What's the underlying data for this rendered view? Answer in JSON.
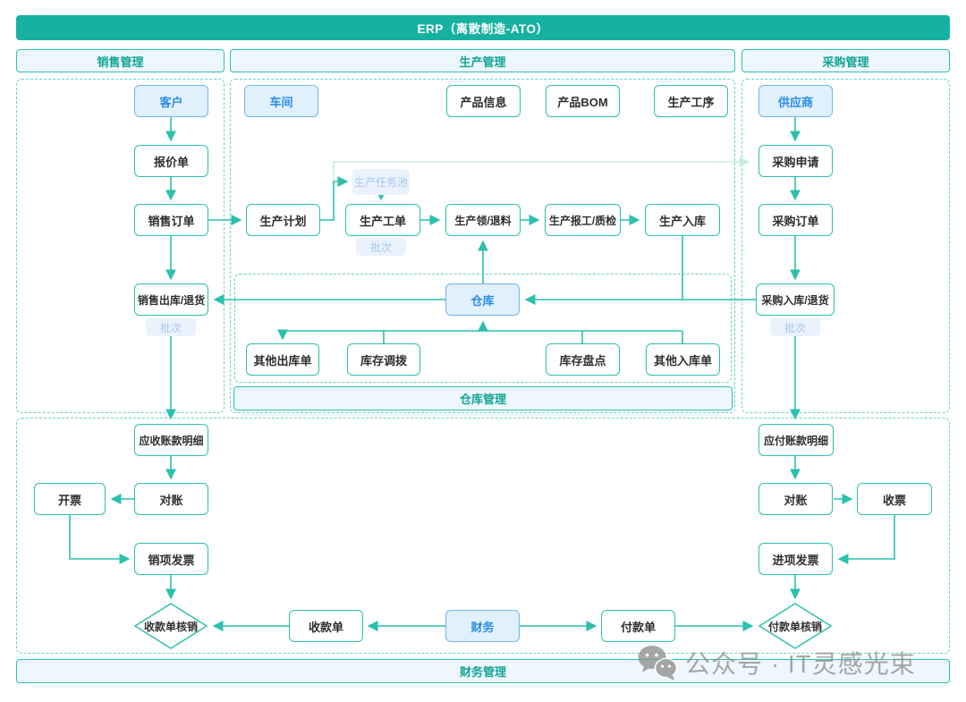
{
  "title": "ERP（离散制造-ATO）",
  "sections": {
    "sales": "销售管理",
    "production": "生产管理",
    "procurement": "采购管理",
    "warehouse": "仓库管理",
    "finance": "财务管理"
  },
  "nodes": {
    "customer": "客户",
    "quotation": "报价单",
    "sales_order": "销售订单",
    "sales_outbound": "销售出库/退货",
    "batch_sales": "批次",
    "ar_detail": "应收账款明细",
    "recon_ar": "对账",
    "invoicing": "开票",
    "output_invoice": "销项发票",
    "receipt_writeoff": "收款单核销",
    "receipt": "收款单",
    "finance_hub": "财务",
    "payment": "付款单",
    "payment_writeoff": "付款单核销",
    "workshop": "车间",
    "product_info": "产品信息",
    "product_bom": "产品BOM",
    "process": "生产工序",
    "prod_plan": "生产计划",
    "task_pool": "生产任务池",
    "work_order": "生产工单",
    "batch_wo": "批次",
    "material": "生产领/退料",
    "report_qc": "生产报工/质检",
    "prod_inbound": "生产入库",
    "warehouse_hub": "仓库",
    "other_outbound": "其他出库单",
    "transfer": "库存调拨",
    "stocktake": "库存盘点",
    "other_inbound": "其他入库单",
    "supplier": "供应商",
    "purchase_request": "采购申请",
    "purchase_order": "采购订单",
    "purchase_inbound": "采购入库/退货",
    "batch_purchase": "批次",
    "ap_detail": "应付账款明细",
    "recon_ap": "对账",
    "receive_invoice": "收票",
    "input_invoice": "进项发票"
  },
  "watermark": {
    "text": "公众号 · IT灵感光束",
    "icon": "wechat-icon"
  },
  "colors": {
    "banner_teal": "#17b1a1",
    "line_teal": "#2cc0ae",
    "dashed_teal": "#67d3c5",
    "faded_line": "#c9ece6",
    "bar_bg": "#eef7fd",
    "bar_text": "#12a595",
    "blue_node_bg": "#e1f0fd",
    "blue_node_border": "#6fb6f2",
    "blue_node_text": "#2a8ce8",
    "tag_bg": "#eaf3fc",
    "tag_text": "#a5c8ec",
    "watermark_gray": "#8f8f8f"
  }
}
